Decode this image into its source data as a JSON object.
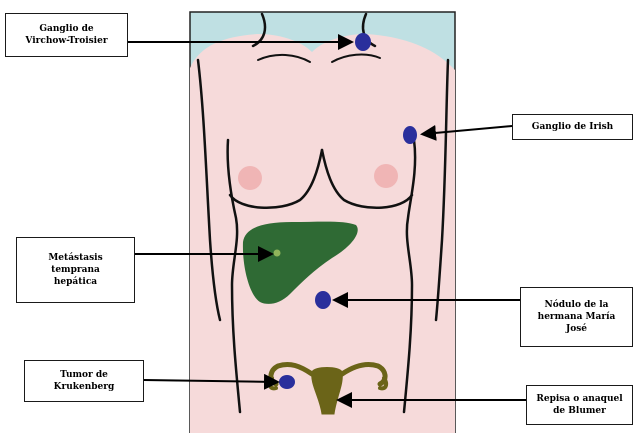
{
  "colors": {
    "background_panel": "#bfe0e3",
    "skin": "#f6dada",
    "outline": "#111111",
    "lesion": "#2a2f9c",
    "liver": "#2f6a34",
    "uterus": "#6b6418",
    "areola": "#f0b5b5"
  },
  "labels": {
    "virchow": [
      "Ganglio de",
      "Virchow-Troisier"
    ],
    "irish": [
      "Ganglio de Irish"
    ],
    "hepatic": [
      "Metástasis",
      "temprana",
      "hepática"
    ],
    "sister_mary": [
      "Nódulo de la",
      "hermana María",
      "José"
    ],
    "krukenberg": [
      "Tumor de",
      "Krukenberg"
    ],
    "blumer": [
      "Repisa o anaquel",
      "de Blumer"
    ]
  }
}
